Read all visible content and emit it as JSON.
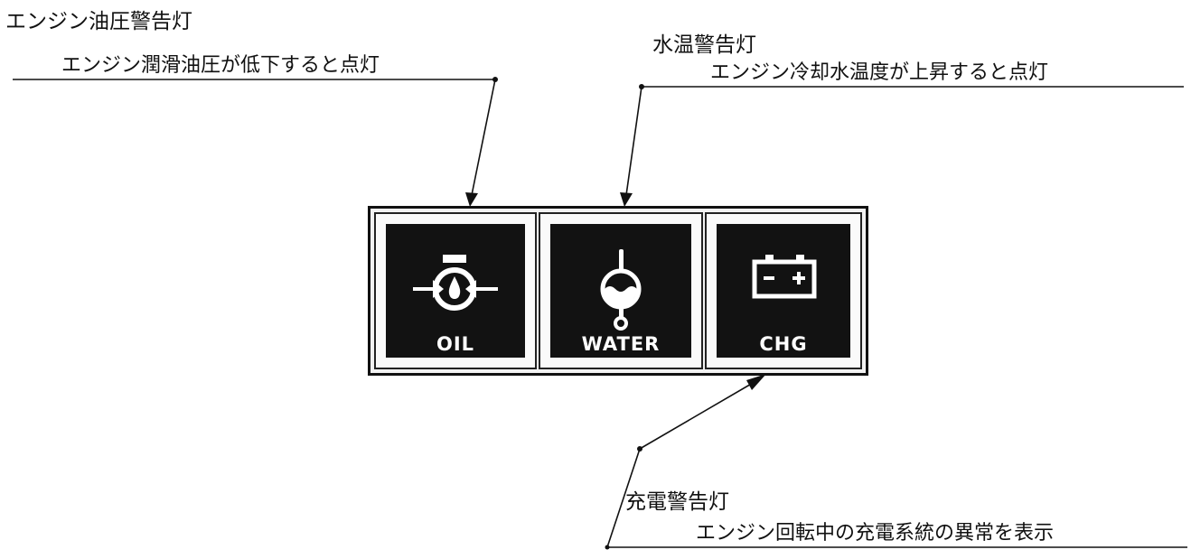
{
  "oil_warning": {
    "title": "エンジン油圧警告灯",
    "description": "エンジン潤滑油圧が低下すると点灯",
    "lamp_label": "OIL",
    "icon": "oil-pressure-icon"
  },
  "water_warning": {
    "title": "水温警告灯",
    "description": "エンジン冷却水温度が上昇すると点灯",
    "lamp_label": "WATER",
    "icon": "water-temperature-icon"
  },
  "charge_warning": {
    "title": "充電警告灯",
    "description": "エンジン回転中の充電系統の異常を表示",
    "lamp_label": "CHG",
    "icon": "battery-icon"
  },
  "colors": {
    "lamp_face": "#121212",
    "lamp_symbol": "#ffffff",
    "line": "#111111"
  }
}
